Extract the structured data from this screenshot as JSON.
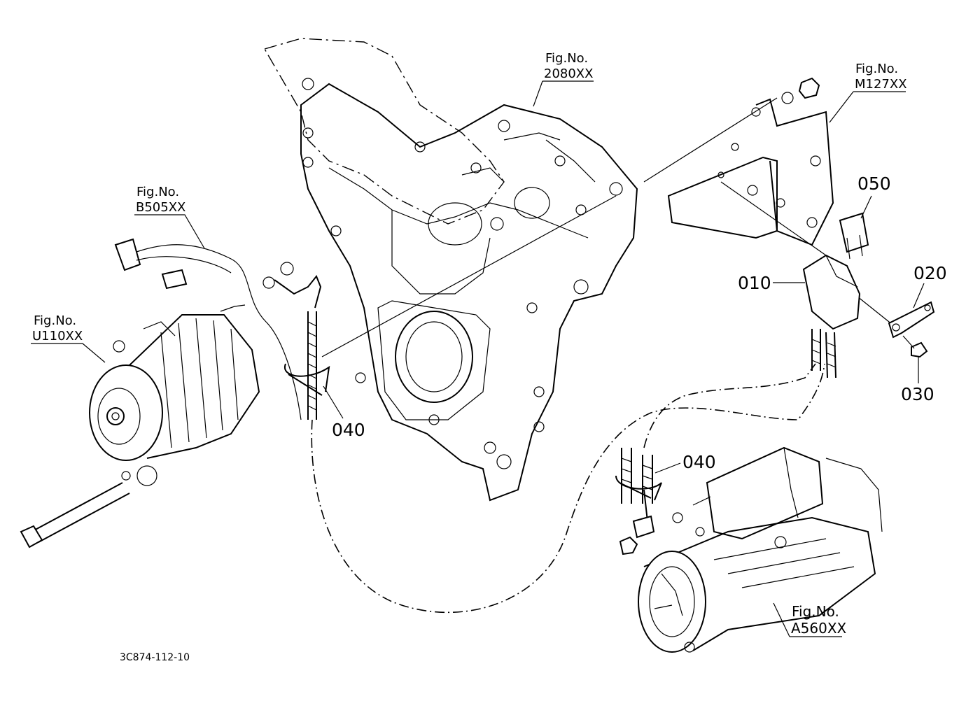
{
  "figure_refs": [
    {
      "id": "fig-2080",
      "caption": "Fig.No.",
      "number": "2080XX"
    },
    {
      "id": "fig-m127",
      "caption": "Fig.No.",
      "number": "M127XX"
    },
    {
      "id": "fig-b505",
      "caption": "Fig.No.",
      "number": "B505XX"
    },
    {
      "id": "fig-u110",
      "caption": "Fig.No.",
      "number": "U110XX"
    },
    {
      "id": "fig-a560",
      "caption": "Fig.No.",
      "number": "A560XX"
    }
  ],
  "part_numbers": {
    "p010": "010",
    "p020": "020",
    "p030": "030",
    "p040_upper": "040",
    "p040_lower": "040",
    "p050": "050"
  },
  "drawing_code": "3C874-112-10"
}
